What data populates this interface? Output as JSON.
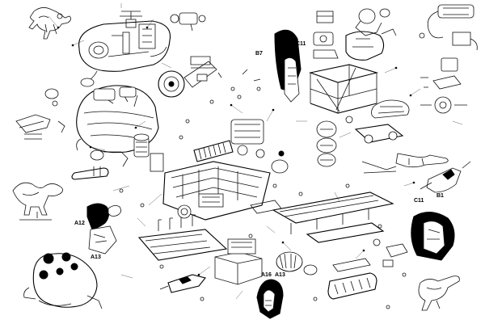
{
  "diagram": {
    "part_labels": {
      "b7": "B7",
      "c11_top": "C11",
      "b1": "B1",
      "c11_right": "C11",
      "a12": "A12",
      "a13_left": "A13",
      "a16": "A16",
      "a13_bottom": "A13"
    }
  },
  "colors": {
    "ink": "#111111",
    "paper": "#ffffff",
    "fill_black": "#000000"
  }
}
